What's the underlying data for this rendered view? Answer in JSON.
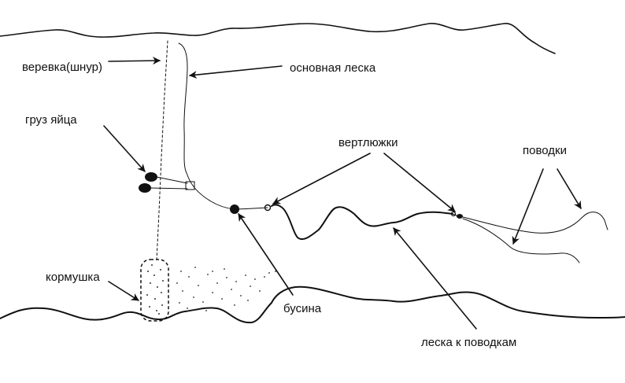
{
  "labels": {
    "rope": "веревка(шнур)",
    "main_line": "основная леска",
    "egg_weight": "груз яйца",
    "swivels": "вертлюжки",
    "leaders": "поводки",
    "feeder": "кормушка",
    "bead": "бусина",
    "leader_line": "леска к поводкам"
  },
  "colors": {
    "ink": "#111111",
    "background": "#ffffff"
  }
}
